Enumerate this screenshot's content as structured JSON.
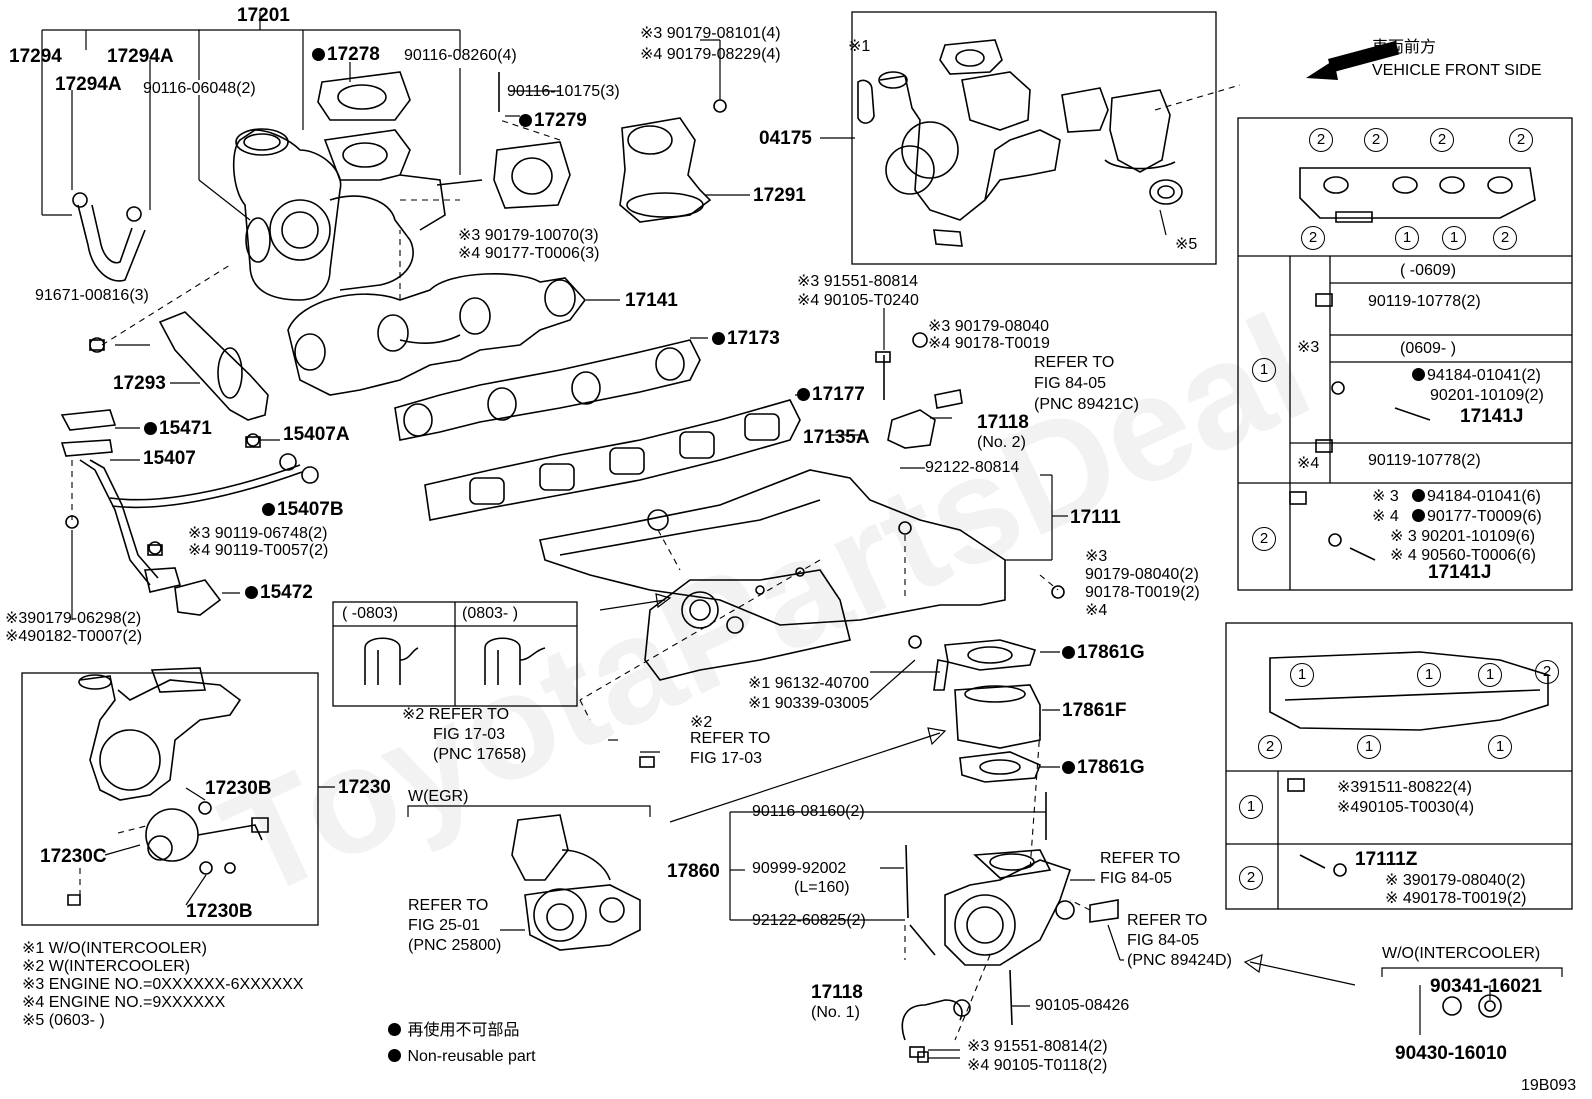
{
  "watermark": "ToyotaPartsDeal",
  "diagram_code": "19B093",
  "front": {
    "jp": "車両前方",
    "en": "VEHICLE FRONT SIDE"
  },
  "legend": {
    "notes": [
      "※1 W/O(INTERCOOLER)",
      "※2 W(INTERCOOLER)",
      "※3 ENGINE NO.=0XXXXXX-6XXXXXX",
      "※4 ENGINE NO.=9XXXXXX",
      "※5 (0603-      )"
    ],
    "nonreusable_jp": "再使用不可部品",
    "nonreusable_en": "Non-reusable part"
  },
  "labels": {
    "p17201": "17201",
    "p17294": "17294",
    "p17294a1": "17294A",
    "p17294a2": "17294A",
    "p90116_06048": "90116-06048(2)",
    "p17278": "17278",
    "p90116_08260": "90116-08260(4)",
    "p90116_10175": "90116-10175(3)",
    "p17279": "17279",
    "p90179_10070": "※3 90179-10070(3)",
    "p90177_t0006": "※4 90177-T0006(3)",
    "p91671": "91671-00816(3)",
    "p17293": "17293",
    "p17141": "17141",
    "p17173": "17173",
    "p17177": "17177",
    "p15471": "15471",
    "p15407a": "15407A",
    "p15407": "15407",
    "p15407b": "15407B",
    "p90119_06748": "※3 90119-06748(2)",
    "p90119_t0057": "※4 90119-T0057(2)",
    "p15472": "15472",
    "p90179_06298": "※390179-06298(2)",
    "p90182_t0007": "※490182-T0007(2)",
    "p90179_08101": "※3 90179-08101(4)",
    "p90179_08229": "※4 90179-08229(4)",
    "p17291": "17291",
    "p04175": "04175",
    "s1": "※1",
    "s5": "※5",
    "p91551_80814a": "※3 91551-80814",
    "p90105_t0240": "※4 90105-T0240",
    "p90179_08040a": "※3 90179-08040",
    "p90178_t0019a": "※4 90178-T0019",
    "refer_84_05a_1": "REFER TO",
    "refer_84_05a_2": "FIG 84-05",
    "refer_84_05a_3": "(PNC 89421C)",
    "p17118_2": "17118",
    "p17118_2n": "(No. 2)",
    "p17135a": "17135A",
    "p92122_80814": "92122-80814",
    "p17111": "17111",
    "p90179_08040b": "※3",
    "p90179_08040b2": "90179-08040(2)",
    "p90178_t0019b": "90178-T0019(2)",
    "p90178_s4": "※4",
    "var_a": "(      -0803)",
    "var_b": "(0803-      )",
    "p96132": "※1 96132-40700",
    "p90339": "※1 90339-03005",
    "refer_1703a_1": "※2 REFER TO",
    "refer_1703a_2": "FIG 17-03",
    "refer_1703a_3": "(PNC 17658)",
    "refer_1703b_1": "※2",
    "refer_1703b_2": "REFER TO",
    "refer_1703b_3": "FIG 17-03",
    "p17861g1": "17861G",
    "p17861f": "17861F",
    "p17861g2": "17861G",
    "p17230b1": "17230B",
    "p17230": "17230",
    "p17230c": "17230C",
    "p17230b2": "17230B",
    "wegr": "W(EGR)",
    "refer_2501_1": "REFER TO",
    "refer_2501_2": "FIG 25-01",
    "refer_2501_3": "(PNC 25800)",
    "p90116_08160": "90116-08160(2)",
    "p17860": "17860",
    "p90999": "90999-92002",
    "p90999l": "(L=160)",
    "p92122_60825": "92122-60825(2)",
    "refer_84_05b_1": "REFER TO",
    "refer_84_05b_2": "FIG 84-05",
    "refer_84_05c_1": "REFER TO",
    "refer_84_05c_2": "FIG 84-05",
    "refer_84_05c_3": "(PNC 89424D)",
    "p17118_1": "17118",
    "p17118_1n": "(No. 1)",
    "p90105_08426": "90105-08426",
    "p91551_80814b": "※3 91551-80814(2)",
    "p90105_t0118": "※4 90105-T0118(2)",
    "wo_ic": "W/O(INTERCOOLER)",
    "p90341": "90341-16021",
    "p90430": "90430-16010"
  },
  "table1": {
    "range_a": "(      -0609)",
    "range_b": "(0609-      )",
    "s3": "※3",
    "s4": "※4",
    "r_a1": "90119-10778(2)",
    "r_b1": "94184-01041(2)",
    "r_b2": "90201-10109(2)",
    "r_b3": "17141J",
    "r_s4": "90119-10778(2)",
    "row2_a": "※ 3",
    "row2_a2": "94184-01041(6)",
    "row2_b": "※ 4",
    "row2_b2": "90177-T0009(6)",
    "row2_c": "※ 3 90201-10109(6)",
    "row2_d": "※ 4 90560-T0006(6)",
    "row2_e": "17141J",
    "c1": "1",
    "c2": "2"
  },
  "table2": {
    "r1a": "※391511-80822(4)",
    "r1b": "※490105-T0030(4)",
    "r2a": "17111Z",
    "r2b": "※ 390179-08040(2)",
    "r2c": "※ 490178-T0019(2)",
    "c1": "1",
    "c2": "2"
  }
}
